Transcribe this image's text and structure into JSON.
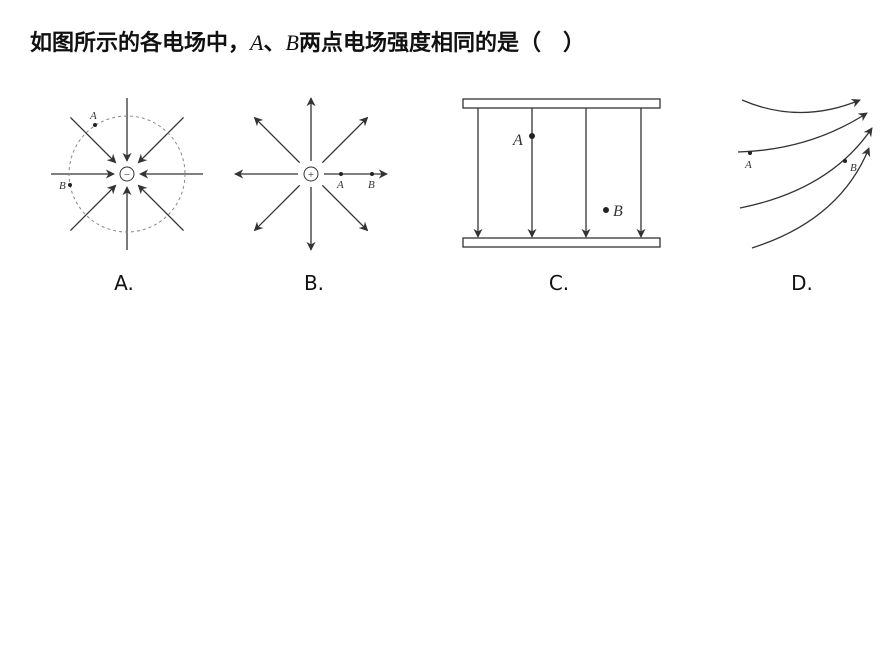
{
  "question": {
    "prefix": "如图所示的各电场中，",
    "a": "A",
    "sep": "、",
    "b": "B",
    "suffix": "两点电场强度相同的是（　）"
  },
  "figures": [
    {
      "option": "A.",
      "charge": "−",
      "points": [
        "A",
        "B"
      ]
    },
    {
      "option": "B.",
      "charge": "+",
      "points": [
        "A",
        "B"
      ]
    },
    {
      "option": "C.",
      "points": [
        "A",
        "B"
      ]
    },
    {
      "option": "D.",
      "points": [
        "A",
        "B"
      ]
    }
  ]
}
